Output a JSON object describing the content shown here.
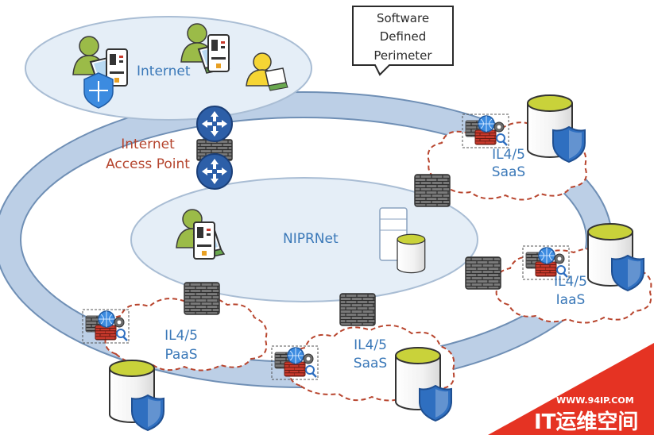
{
  "labels": {
    "internet": "Internet",
    "sdp": [
      "Software",
      "Defined",
      "Perimeter"
    ],
    "access_point": [
      "Internet",
      "Access Point"
    ],
    "niprnet": "NIPRNet",
    "saas_top": [
      "IL4/5",
      "SaaS"
    ],
    "iaas": [
      "IL4/5",
      "IaaS"
    ],
    "saas_bottom": [
      "IL4/5",
      "SaaS"
    ],
    "paas": [
      "IL4/5",
      "PaaS"
    ]
  },
  "watermark": {
    "url": "WWW.94IP.COM",
    "name": "IT运维空间"
  },
  "colors": {
    "ring": "#bccfe6",
    "ring_stroke": "#6f8fb5",
    "ellipse_fill": "#e5eef7",
    "cloud_border": "#b8452e",
    "label_blue": "#3a78b8",
    "label_red": "#b5452e",
    "shield": "#2f6fc0",
    "cylinder": "#c9d23a",
    "watermark": "#e53323"
  }
}
